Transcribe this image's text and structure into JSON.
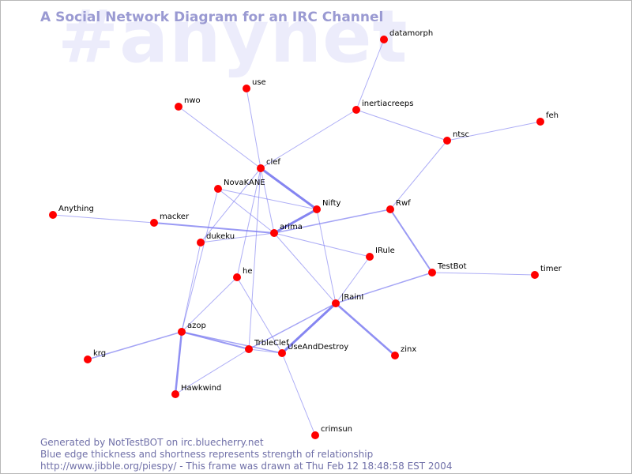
{
  "watermark": "#anynet",
  "title": "A Social Network Diagram for an IRC Channel",
  "colors": {
    "node": "#ff0000",
    "edge": "#7878f0",
    "title": "#9a9ad2",
    "watermark": "#ececfb",
    "footer": "#7070a8"
  },
  "nodes": [
    {
      "id": "datamorph",
      "label": "datamorph"
    },
    {
      "id": "use",
      "label": "use"
    },
    {
      "id": "nwo",
      "label": "nwo"
    },
    {
      "id": "inertiacreeps",
      "label": "inertiacreeps"
    },
    {
      "id": "feh",
      "label": "feh"
    },
    {
      "id": "ntsc",
      "label": "ntsc"
    },
    {
      "id": "clef",
      "label": "clef"
    },
    {
      "id": "NovaKANE",
      "label": "NovaKANE"
    },
    {
      "id": "Nifty",
      "label": "Nifty"
    },
    {
      "id": "Rwf",
      "label": "Rwf"
    },
    {
      "id": "Anything",
      "label": "Anything"
    },
    {
      "id": "macker",
      "label": "macker"
    },
    {
      "id": "arima",
      "label": "arima"
    },
    {
      "id": "dukeku",
      "label": "dukeku"
    },
    {
      "id": "IRule",
      "label": "IRule"
    },
    {
      "id": "TestBot",
      "label": "TestBot"
    },
    {
      "id": "timer",
      "label": "timer"
    },
    {
      "id": "he",
      "label": "he"
    },
    {
      "id": "IRainI",
      "label": "|RainI"
    },
    {
      "id": "azop",
      "label": "azop"
    },
    {
      "id": "TrbleClef",
      "label": "TrbleClef"
    },
    {
      "id": "UseAndDestroy",
      "label": "UseAndDestroy"
    },
    {
      "id": "zinx",
      "label": "zinx"
    },
    {
      "id": "krg",
      "label": "krg"
    },
    {
      "id": "Hawkwind",
      "label": "Hawkwind"
    },
    {
      "id": "crimsun",
      "label": "crimsun"
    }
  ],
  "edges": [
    {
      "source": "datamorph",
      "target": "inertiacreeps",
      "weight": 1
    },
    {
      "source": "inertiacreeps",
      "target": "clef",
      "weight": 1
    },
    {
      "source": "inertiacreeps",
      "target": "ntsc",
      "weight": 1
    },
    {
      "source": "ntsc",
      "target": "feh",
      "weight": 1
    },
    {
      "source": "ntsc",
      "target": "Rwf",
      "weight": 1
    },
    {
      "source": "use",
      "target": "clef",
      "weight": 1
    },
    {
      "source": "nwo",
      "target": "clef",
      "weight": 1
    },
    {
      "source": "clef",
      "target": "Nifty",
      "weight": 3
    },
    {
      "source": "clef",
      "target": "arima",
      "weight": 1
    },
    {
      "source": "clef",
      "target": "dukeku",
      "weight": 1
    },
    {
      "source": "clef",
      "target": "he",
      "weight": 1
    },
    {
      "source": "clef",
      "target": "TrbleClef",
      "weight": 1
    },
    {
      "source": "NovaKANE",
      "target": "Nifty",
      "weight": 1
    },
    {
      "source": "NovaKANE",
      "target": "arima",
      "weight": 1
    },
    {
      "source": "NovaKANE",
      "target": "azop",
      "weight": 1
    },
    {
      "source": "Nifty",
      "target": "arima",
      "weight": 3
    },
    {
      "source": "Nifty",
      "target": "IRainI",
      "weight": 1
    },
    {
      "source": "Rwf",
      "target": "arima",
      "weight": 1.5
    },
    {
      "source": "Rwf",
      "target": "TestBot",
      "weight": 2
    },
    {
      "source": "Anything",
      "target": "macker",
      "weight": 1
    },
    {
      "source": "macker",
      "target": "arima",
      "weight": 2
    },
    {
      "source": "arima",
      "target": "dukeku",
      "weight": 1
    },
    {
      "source": "arima",
      "target": "IRule",
      "weight": 1
    },
    {
      "source": "arima",
      "target": "IRainI",
      "weight": 1
    },
    {
      "source": "dukeku",
      "target": "azop",
      "weight": 1
    },
    {
      "source": "IRule",
      "target": "IRainI",
      "weight": 1
    },
    {
      "source": "TestBot",
      "target": "timer",
      "weight": 1
    },
    {
      "source": "TestBot",
      "target": "IRainI",
      "weight": 1.5
    },
    {
      "source": "he",
      "target": "azop",
      "weight": 1
    },
    {
      "source": "he",
      "target": "UseAndDestroy",
      "weight": 1
    },
    {
      "source": "IRainI",
      "target": "UseAndDestroy",
      "weight": 3
    },
    {
      "source": "IRainI",
      "target": "zinx",
      "weight": 2.5
    },
    {
      "source": "IRainI",
      "target": "TrbleClef",
      "weight": 1.5
    },
    {
      "source": "azop",
      "target": "krg",
      "weight": 1.5
    },
    {
      "source": "azop",
      "target": "Hawkwind",
      "weight": 2.5
    },
    {
      "source": "azop",
      "target": "TrbleClef",
      "weight": 2
    },
    {
      "source": "azop",
      "target": "UseAndDestroy",
      "weight": 1.5
    },
    {
      "source": "TrbleClef",
      "target": "Hawkwind",
      "weight": 1
    },
    {
      "source": "TrbleClef",
      "target": "UseAndDestroy",
      "weight": 1
    },
    {
      "source": "UseAndDestroy",
      "target": "crimsun",
      "weight": 1
    }
  ],
  "footer": {
    "line1": "Generated by NotTestBOT on irc.bluecherry.net",
    "line2": "Blue edge thickness and shortness represents strength of relationship",
    "line3": "http://www.jibble.org/piespy/ - This frame was drawn at Thu Feb 12 18:48:58 EST 2004"
  }
}
